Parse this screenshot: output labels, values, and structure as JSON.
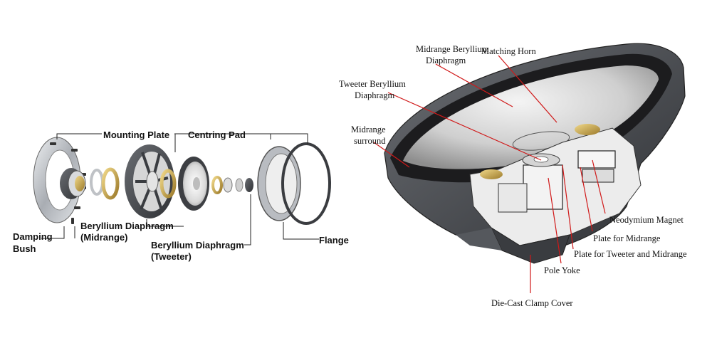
{
  "exploded_view": {
    "labels": {
      "mounting_plate": "Mounting Plate",
      "centring_pad": "Centring Pad",
      "damping_bush_1": "Damping",
      "damping_bush_2": "Bush",
      "be_mid_1": "Beryllium Diaphragm",
      "be_mid_2": "(Midrange)",
      "be_tw_1": "Beryllium Diaphragm",
      "be_tw_2": "(Tweeter)",
      "flange": "Flange"
    }
  },
  "cutaway_view": {
    "labels": {
      "mid_be_1": "Midrange Beryllium",
      "mid_be_2": "Diaphragm",
      "matching_horn": "Matching Horn",
      "tw_be_1": "Tweeter Beryllium",
      "tw_be_2": "Diaphragm",
      "mid_surround_1": "Midrange",
      "mid_surround_2": "surround",
      "neodymium_magnet": "Neodymium Magnet",
      "plate_mid": "Plate for Midrange",
      "plate_tw_mid": "Plate for Tweeter and Midrange",
      "pole_yoke": "Pole Yoke",
      "clamp_cover": "Die-Cast Clamp Cover"
    }
  },
  "colors": {
    "leader_red": "#d01818",
    "metal_dark": "#4a4d52",
    "metal_light": "#c9cdd2",
    "diaphragm": "#e6e6e6",
    "gold": "#c9a44a"
  }
}
